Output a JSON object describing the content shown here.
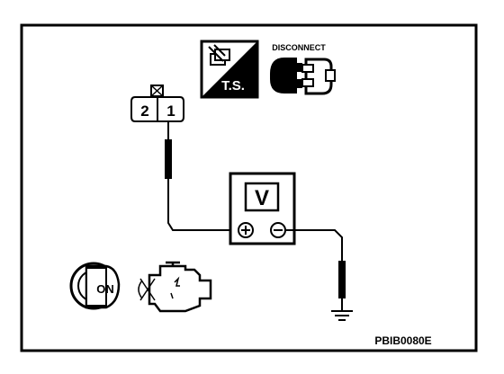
{
  "badges": {
    "ts_label": "T.S.",
    "disconnect_label": "DISCONNECT"
  },
  "connector": {
    "pin_left": "2",
    "pin_right": "1"
  },
  "meter": {
    "mode_label": "V",
    "positive_symbol": "⊕",
    "negative_symbol": "⊖"
  },
  "ignition": {
    "key_label": "ON"
  },
  "figure_code": "PBIB0080E"
}
